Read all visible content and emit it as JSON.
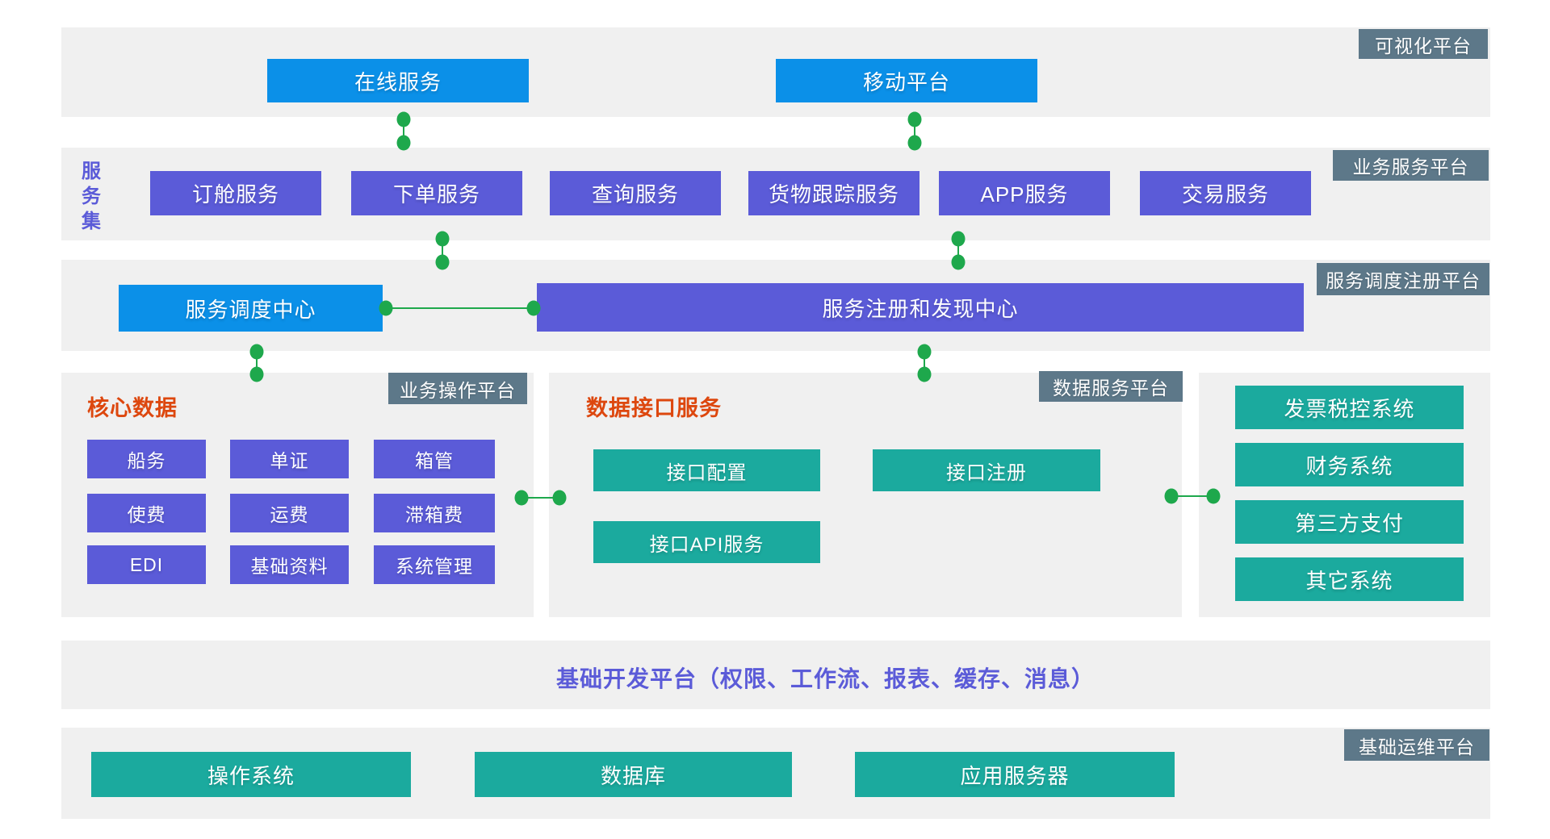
{
  "palette": {
    "blue": "#0b90e8",
    "purple": "#5b5bd8",
    "teal": "#1baa9e",
    "slate": "#5d7889",
    "green": "#1ea84c",
    "orange": "#dd470e",
    "band_bg": "#f0f0f0"
  },
  "visualization_platform": {
    "badge": "可视化平台",
    "online_service": "在线服务",
    "mobile_platform": "移动平台"
  },
  "business_service_platform": {
    "badge": "业务服务平台",
    "group_label": "服务集",
    "services": [
      "订舱服务",
      "下单服务",
      "查询服务",
      "货物跟踪服务",
      "APP服务",
      "交易服务"
    ]
  },
  "dispatch_registry_platform": {
    "badge": "服务调度注册平台",
    "dispatch_center": "服务调度中心",
    "registry_center": "服务注册和发现中心"
  },
  "business_operation_platform": {
    "badge": "业务操作平台",
    "title": "核心数据",
    "modules": [
      "船务",
      "单证",
      "箱管",
      "使费",
      "运费",
      "滞箱费",
      "EDI",
      "基础资料",
      "系统管理"
    ]
  },
  "data_service_platform": {
    "badge": "数据服务平台",
    "title": "数据接口服务",
    "services": [
      "接口配置",
      "接口注册",
      "接口API服务"
    ]
  },
  "external_systems": {
    "systems": [
      "发票税控系统",
      "财务系统",
      "第三方支付",
      "其它系统"
    ]
  },
  "base_dev_platform": {
    "title": "基础开发平台（权限、工作流、报表、缓存、消息）"
  },
  "base_ops_platform": {
    "badge": "基础运维平台",
    "items": [
      "操作系统",
      "数据库",
      "应用服务器"
    ]
  }
}
